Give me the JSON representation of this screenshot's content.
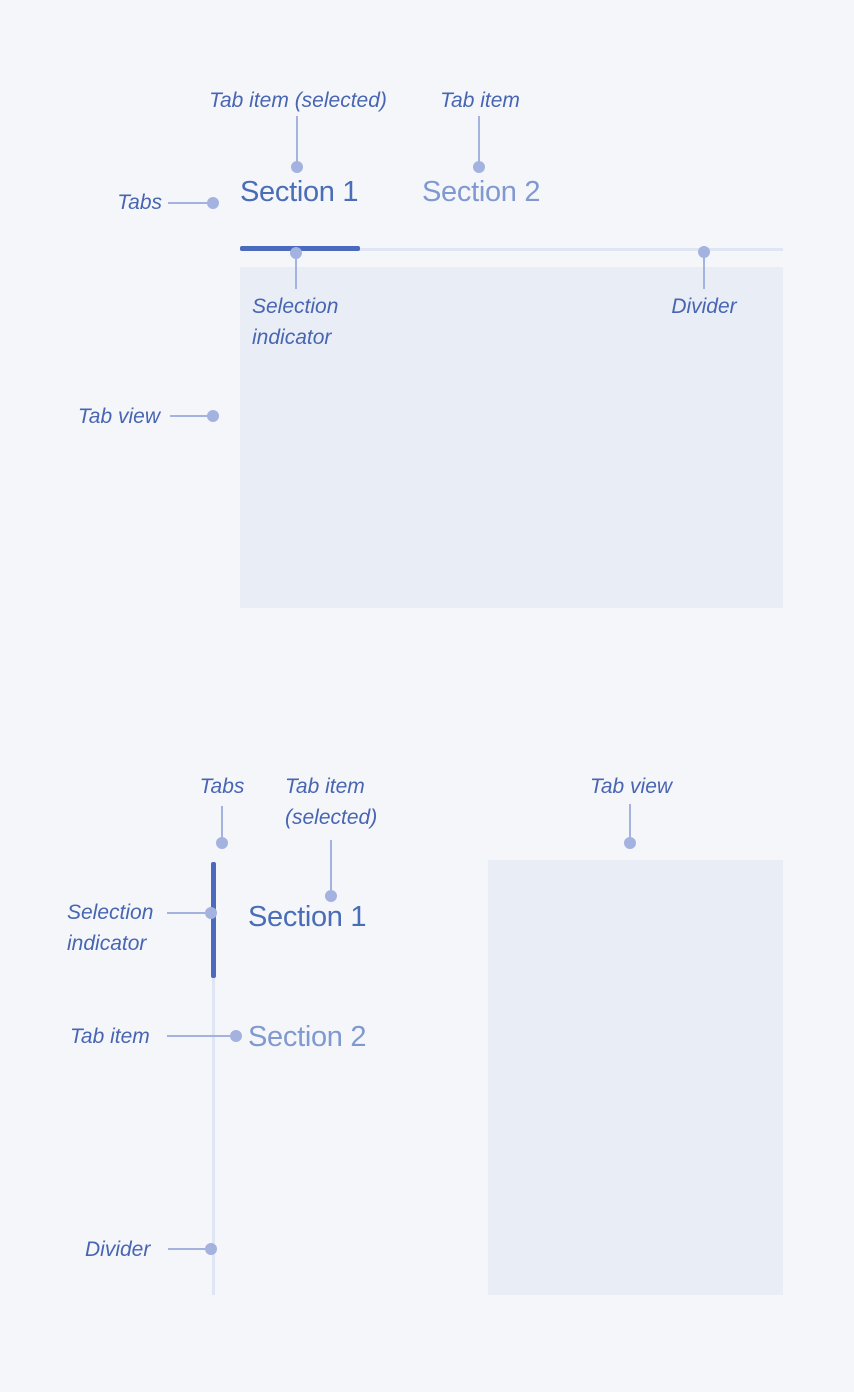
{
  "colors": {
    "background": "#f4f6fa",
    "panel": "#e9edf6",
    "divider": "#dfe5f2",
    "indicator": "#4a6bbd",
    "tab_selected_text": "#4a6db8",
    "tab_unselected_text": "#8099d1",
    "label_text": "#4865b2",
    "callout": "#a4b2e0"
  },
  "horizontal_diagram": {
    "labels": {
      "tab_item_selected": "Tab item (selected)",
      "tab_item": "Tab item",
      "tabs": "Tabs",
      "selection_indicator_line1": "Selection",
      "selection_indicator_line2": "indicator",
      "divider": "Divider",
      "tab_view": "Tab view"
    },
    "tab_items": [
      {
        "label": "Section 1",
        "state": "selected"
      },
      {
        "label": "Section 2",
        "state": "default"
      }
    ]
  },
  "vertical_diagram": {
    "labels": {
      "tabs": "Tabs",
      "tab_item_selected_line1": "Tab item",
      "tab_item_selected_line2": "(selected)",
      "tab_view": "Tab view",
      "selection_indicator_line1": "Selection",
      "selection_indicator_line2": "indicator",
      "tab_item": "Tab item",
      "divider": "Divider"
    },
    "tab_items": [
      {
        "label": "Section 1",
        "state": "selected"
      },
      {
        "label": "Section 2",
        "state": "default"
      }
    ]
  }
}
